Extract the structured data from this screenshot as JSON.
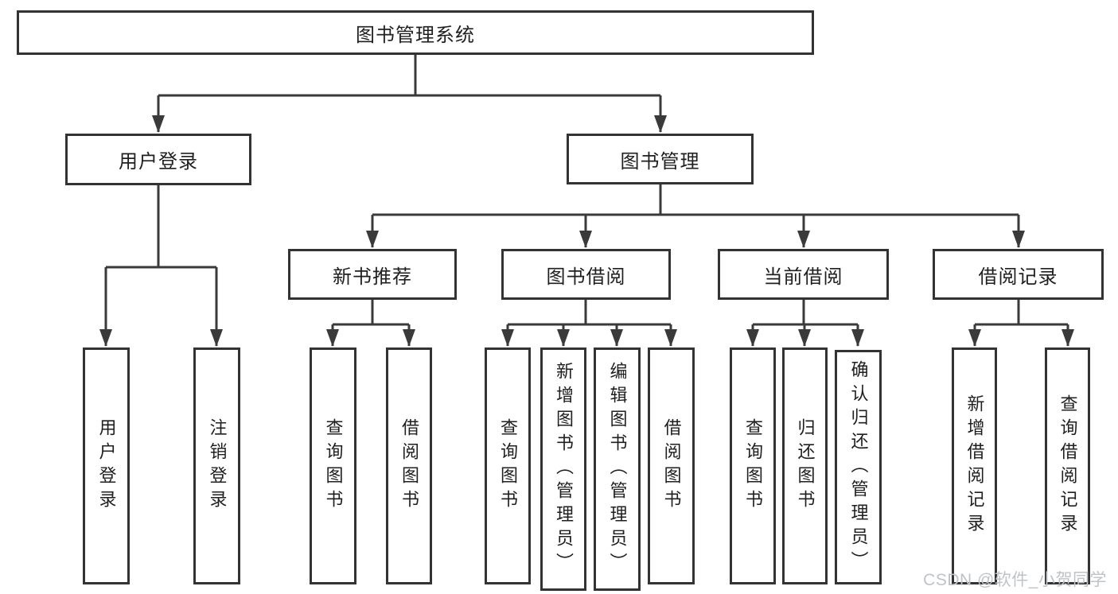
{
  "diagram": {
    "root": {
      "label": "图书管理系统"
    },
    "children": [
      {
        "label": "用户登录",
        "children": [
          {
            "label": "用户登录"
          },
          {
            "label": "注销登录"
          }
        ]
      },
      {
        "label": "图书管理",
        "children": [
          {
            "label": "新书推荐",
            "children": [
              {
                "label": "查询图书"
              },
              {
                "label": "借阅图书"
              }
            ]
          },
          {
            "label": "图书借阅",
            "children": [
              {
                "label": "查询图书"
              },
              {
                "label": "新增图书（管理员）"
              },
              {
                "label": "编辑图书（管理员）"
              },
              {
                "label": "借阅图书"
              }
            ]
          },
          {
            "label": "当前借阅",
            "children": [
              {
                "label": "查询图书"
              },
              {
                "label": "归还图书"
              },
              {
                "label": "确认归还（管理员）"
              }
            ]
          },
          {
            "label": "借阅记录",
            "children": [
              {
                "label": "新增借阅记录"
              },
              {
                "label": "查询借阅记录"
              }
            ]
          }
        ]
      }
    ]
  },
  "watermark": {
    "text": "CSDN @软件_小贺同学"
  },
  "colors": {
    "line": "#3a3a3a",
    "box_border": "#333333",
    "box_fill": "#ffffff",
    "text": "#1f1f1f",
    "watermark": "#bfc3c7",
    "background": "#ffffff"
  }
}
